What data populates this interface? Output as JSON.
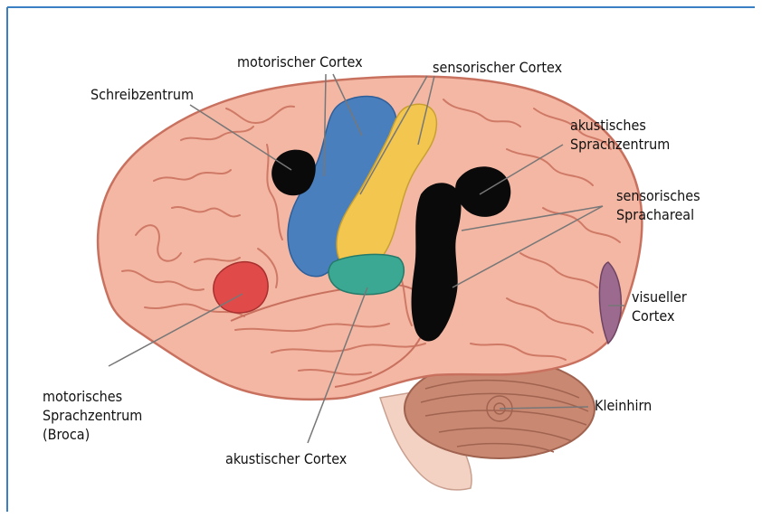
{
  "labels": {
    "motorischer_cortex": "motorischer Cortex",
    "sensorischer_cortex": "sensorischer Cortex",
    "schreibzentrum": "Schreibzentrum",
    "akustisches_sprachzentrum": [
      "akustisches",
      "Sprachzentrum"
    ],
    "sensorisches_sprachareal": [
      "sensorisches",
      "Sprachareal"
    ],
    "visueller_cortex": [
      "visueller",
      "Cortex"
    ],
    "kleinhirn": "Kleinhirn",
    "akustischer_cortex": "akustischer Cortex",
    "motorisches_sprachzentrum": [
      "motorisches",
      "Sprachzentrum",
      "(Broca)"
    ]
  },
  "colors": {
    "frame": "#3a7fc1",
    "brain": "#f4b7a4",
    "brain_outline": "#c9715f",
    "gyri": "#cf7a66",
    "motor_cortex": "#4a7fbe",
    "sensory_cortex": "#f2c64f",
    "broca": "#e04b4a",
    "auditory_cortex": "#3aa893",
    "visual_cortex": "#9b6a8e",
    "language_areas": "#0a0a0a",
    "cerebellum": "#c98872",
    "brainstem": "#f3d2c3",
    "leader_lines": "#777777"
  }
}
